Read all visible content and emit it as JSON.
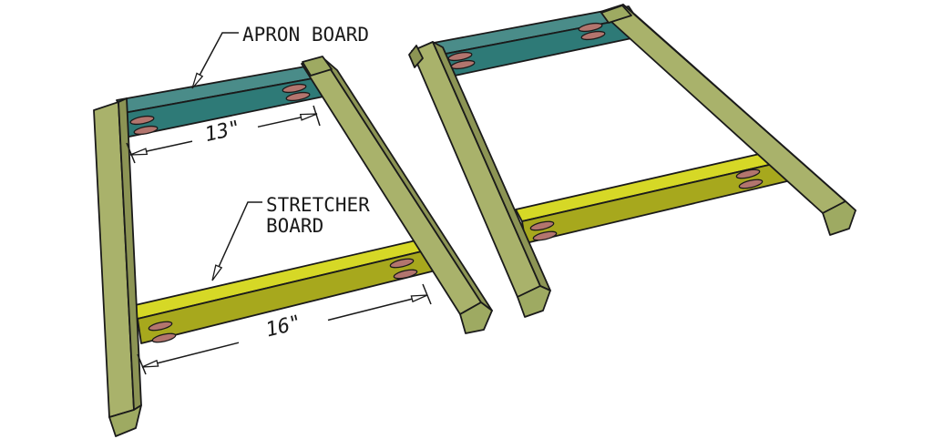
{
  "diagram": {
    "background": "#ffffff",
    "labels": {
      "apron": "APRON BOARD",
      "stretcher_line1": "STRETCHER",
      "stretcher_line2": "BOARD"
    },
    "dimensions": {
      "apron_span": "13\"",
      "stretcher_span": "16\""
    },
    "icons": {
      "pocket_hole": "pocket-hole-oval",
      "arrow": "open-arrowhead"
    },
    "colors": {
      "outline": "#1a1a1a",
      "leg_light": "#a9b26b",
      "leg_dark": "#8c9454",
      "leg_end": "#9eaa62",
      "apron_top": "#4a8c89",
      "apron_front": "#2e7a77",
      "stretcher_top": "#d6d826",
      "stretcher_front": "#a7a81d",
      "pocket_hole": "#b3756e"
    }
  }
}
